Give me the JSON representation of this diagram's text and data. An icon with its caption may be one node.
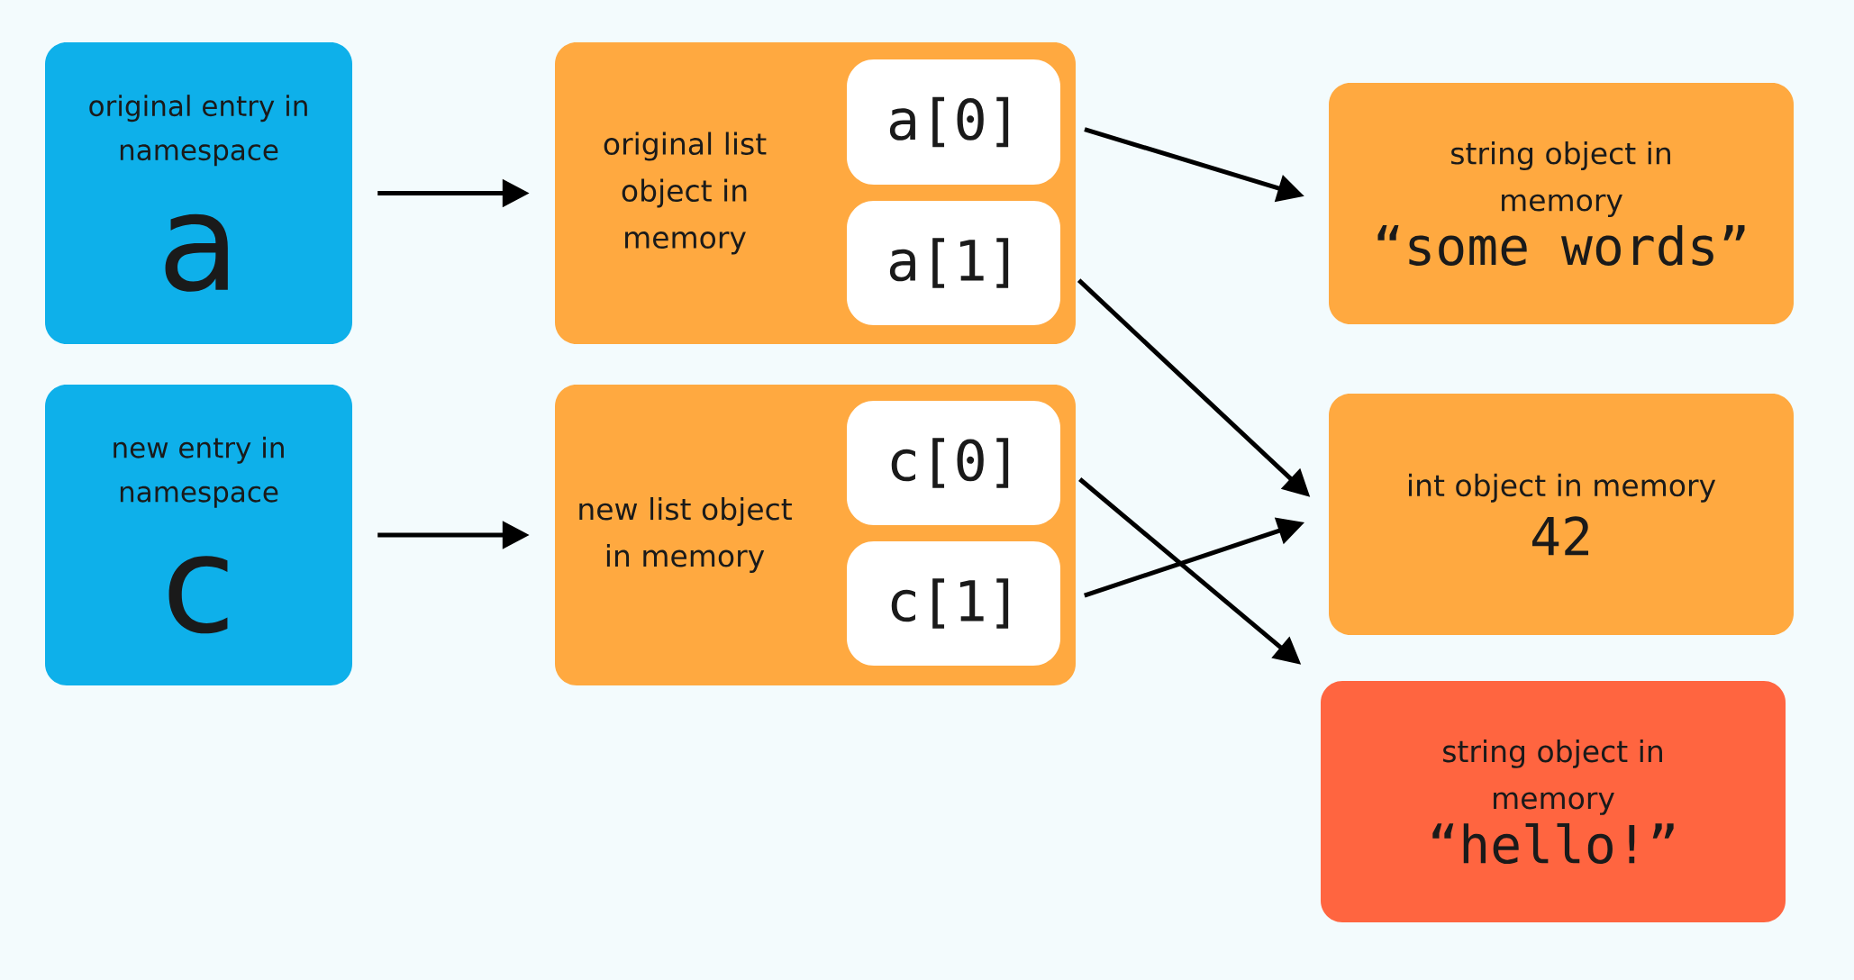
{
  "diagram": {
    "nodes": [
      {
        "text": [
          "original entry in namespace",
          "a"
        ]
      },
      {
        "text": [
          "new entry in namespace",
          "c"
        ]
      },
      {
        "text": [
          "original list object in memory"
        ]
      },
      {
        "text": [
          "a[0]"
        ],
        "in": 2
      },
      {
        "text": [
          "a[1]"
        ],
        "in": 2
      },
      {
        "text": [
          "new list object in memory"
        ]
      },
      {
        "text": [
          "c[0]"
        ],
        "in": 5
      },
      {
        "text": [
          "c[1]"
        ],
        "in": 5
      },
      {
        "text": [
          "string object in memory",
          "“some words”"
        ]
      },
      {
        "text": [
          "int object in memory",
          "42"
        ]
      },
      {
        "text": [
          "string object in memory",
          "“hello!”"
        ]
      }
    ],
    "edges": [
      {
        "from": 0,
        "to": 2,
        "arrow": "to"
      },
      {
        "from": 1,
        "to": 5,
        "arrow": "to"
      },
      {
        "from": 3,
        "to": 8,
        "arrow": "to"
      },
      {
        "from": 4,
        "to": 9,
        "arrow": "to"
      },
      {
        "from": 6,
        "to": 10,
        "arrow": "to"
      },
      {
        "from": 7,
        "to": 9,
        "arrow": "to"
      }
    ]
  }
}
